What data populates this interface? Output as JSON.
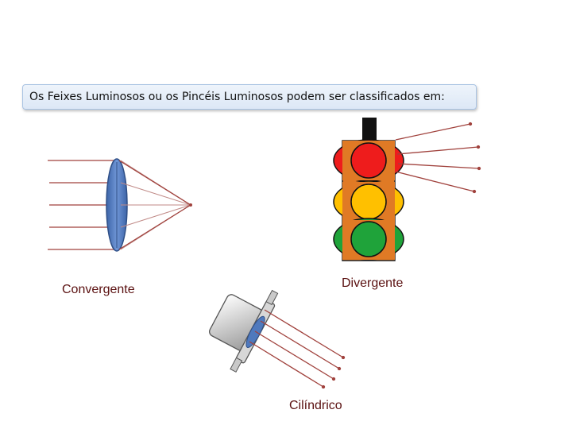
{
  "title": "Os Feixes Luminosos ou os Pincéis Luminosos podem ser classificados em:",
  "labels": {
    "convergent": "Convergente",
    "divergent": "Divergente",
    "cylindrical": "Cilíndrico"
  },
  "colors": {
    "ray": "#a0413c",
    "lens": "#4f79bd",
    "housing": "#e07a25",
    "red": "#ee1c1c",
    "yellow": "#ffc000",
    "green": "#1fa33a"
  }
}
